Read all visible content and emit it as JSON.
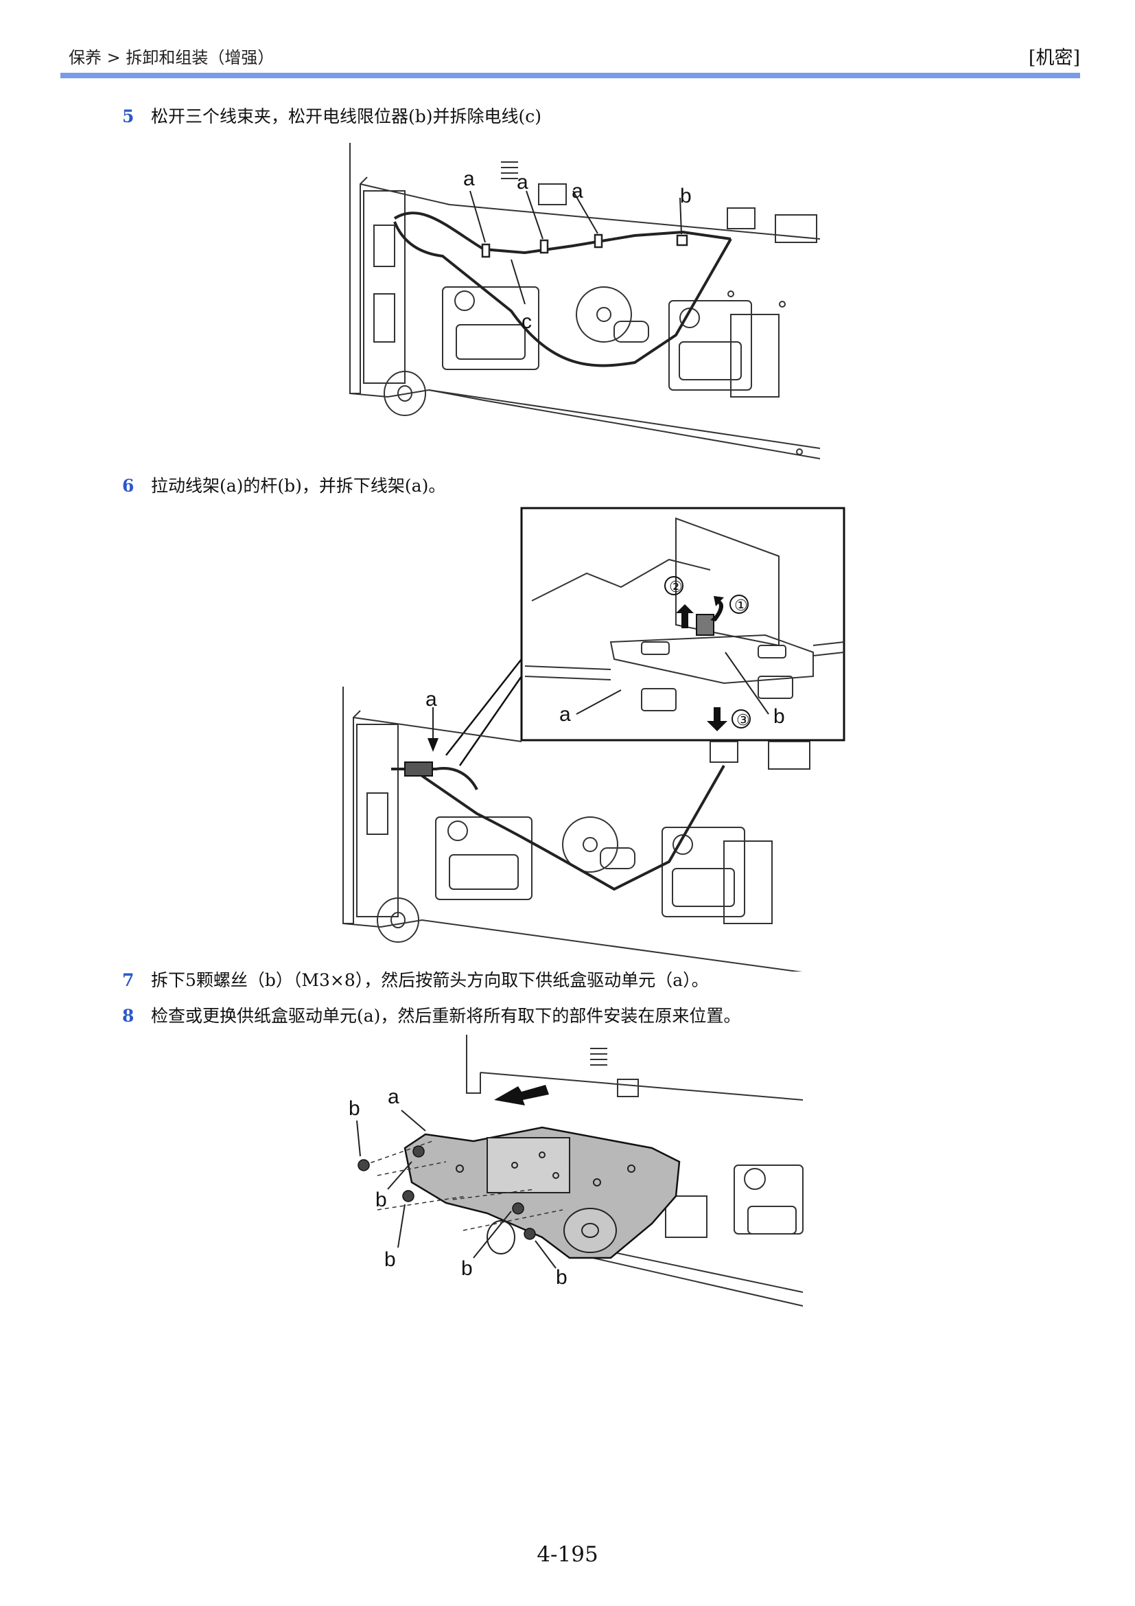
{
  "header": {
    "breadcrumb": "保养 > 拆卸和组装（增强）",
    "confidential": "[机密]"
  },
  "steps": [
    {
      "num": "5",
      "text": "松开三个线束夹，松开电线限位器(b)并拆除电线(c)"
    },
    {
      "num": "6",
      "text": "拉动线架(a)的杆(b)，并拆下线架(a)。"
    },
    {
      "num": "7",
      "text": "拆下5颗螺丝（b）（M3×8），然后按箭头方向取下供纸盒驱动单元（a）。"
    },
    {
      "num": "8",
      "text": "检查或更换供纸盒驱动单元(a)，然后重新将所有取下的部件安装在原来位置。"
    }
  ],
  "figures": {
    "fig1_labels": [
      "a",
      "a",
      "a",
      "b",
      "c"
    ],
    "fig2_labels": [
      "a",
      "a",
      "b",
      "②",
      "①",
      "③"
    ],
    "fig3_labels": [
      "a",
      "b",
      "b",
      "b",
      "b",
      "b"
    ]
  },
  "page_number": "4-195"
}
